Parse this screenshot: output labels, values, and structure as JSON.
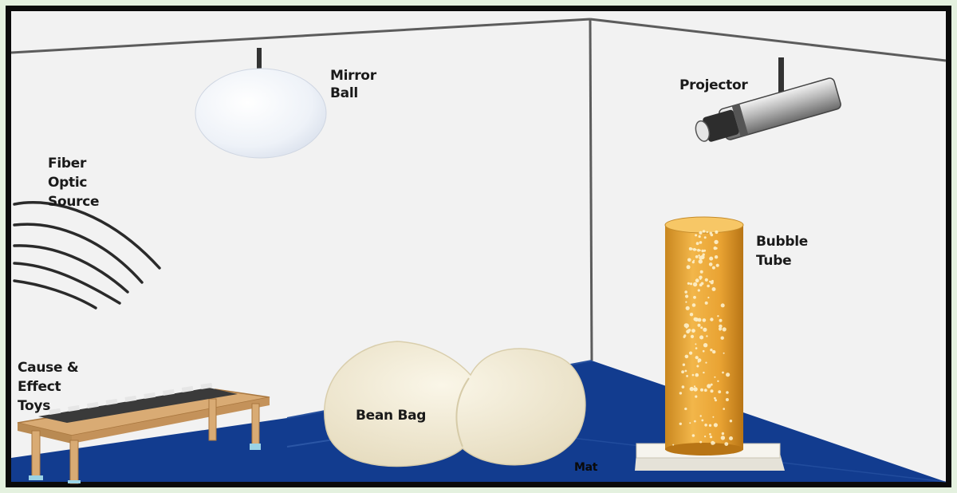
{
  "labels": {
    "mirror_ball_line1": "Mirror",
    "mirror_ball_line2": "Ball",
    "projector": "Projector",
    "fiber_optic_line1": "Fiber",
    "fiber_optic_line2": "Optic",
    "fiber_optic_line3": "Source",
    "bubble_tube_line1": "Bubble",
    "bubble_tube_line2": "Tube",
    "cause_effect_line1": "Cause &",
    "cause_effect_line2": "Effect",
    "cause_effect_line3": "Toys",
    "bean_bag": "Bean Bag",
    "mat": "Mat"
  },
  "colors": {
    "frame": "#0b0b0b",
    "outer_border": "#e4f1df",
    "wall": "#f2f2f2",
    "floor_mat": "#123c8f",
    "bubble_tube": "#e8a531",
    "bean_bag": "#f1ead2",
    "table": "#d4a36c"
  }
}
